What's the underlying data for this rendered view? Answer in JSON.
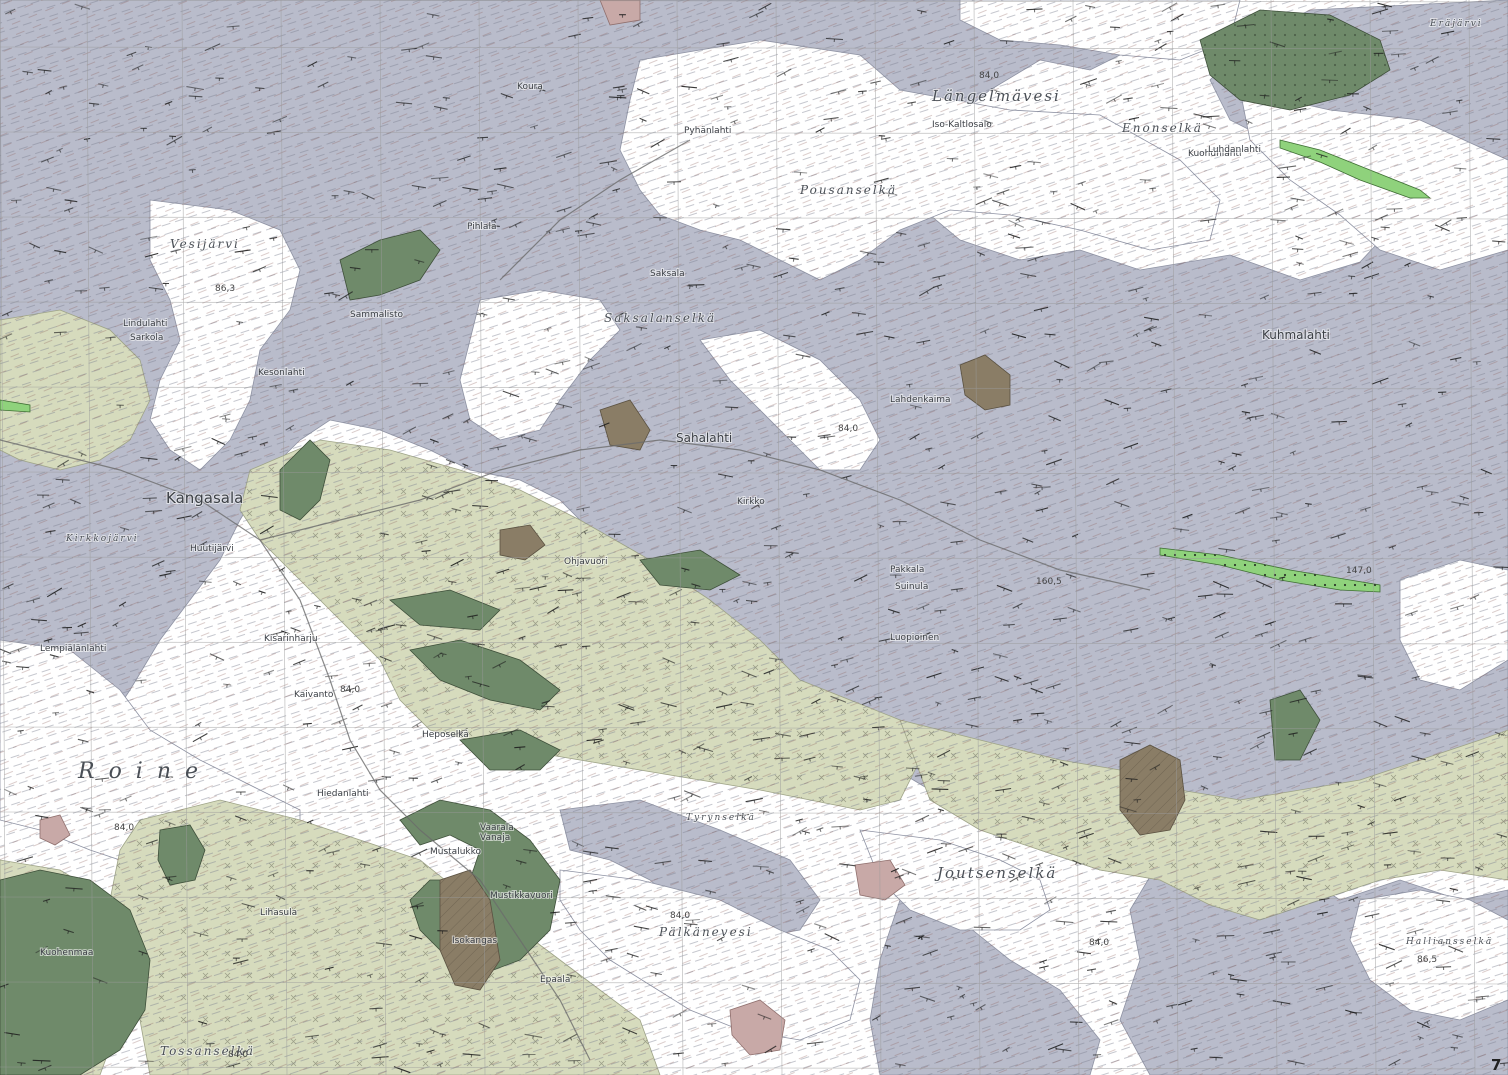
{
  "map": {
    "sheet_number": "7",
    "colors": {
      "water": "#ffffff",
      "gneiss_blue_gray": "#b9bccb",
      "gneiss_dark": "#9fa3b5",
      "granite_pale_green": "#d6dbbd",
      "amphibolite_green": "#6f8a6a",
      "gabbro_brown": "#8a7d66",
      "mauve_intrusive": "#c8a9a7",
      "ultramafic_bright_green": "#8fd27c",
      "grid_lines": "#9a9a9a"
    },
    "lakes": [
      {
        "name": "Längelmävesi"
      },
      {
        "name": "Vesijärvi"
      },
      {
        "name": "Roine"
      },
      {
        "name": "Enonselkä"
      },
      {
        "name": "Pousanselkä"
      },
      {
        "name": "Saksalanselkä"
      },
      {
        "name": "Pälkänevesi"
      },
      {
        "name": "Joutsenselkä"
      },
      {
        "name": "Tyrynselkä"
      },
      {
        "name": "Tossanselkä"
      },
      {
        "name": "Halliansselkä"
      },
      {
        "name": "Eräjärvi"
      },
      {
        "name": "Kirkkojärvi"
      }
    ],
    "places": [
      {
        "name": "Kangasala"
      },
      {
        "name": "Sahalahti"
      },
      {
        "name": "Kuhmalahti"
      },
      {
        "name": "Pakkala"
      },
      {
        "name": "Luopioinen"
      },
      {
        "name": "Kuohenmaa"
      },
      {
        "name": "Lempiälänlahti"
      },
      {
        "name": "Kaivanto"
      },
      {
        "name": "Huutijärvi"
      },
      {
        "name": "Kisarinharju"
      },
      {
        "name": "Lihasula"
      },
      {
        "name": "Lindulahti"
      },
      {
        "name": "Sarkola"
      },
      {
        "name": "Sammalisto"
      },
      {
        "name": "Saksala"
      },
      {
        "name": "Hiedanlahti"
      },
      {
        "name": "Heposelkä"
      },
      {
        "name": "Vanaja"
      },
      {
        "name": "Epaala"
      },
      {
        "name": "Isokangas"
      },
      {
        "name": "Pyhänlahti"
      },
      {
        "name": "Mustikkavuori"
      },
      {
        "name": "Koura"
      },
      {
        "name": "Pihlala"
      },
      {
        "name": "Kesonlahti"
      },
      {
        "name": "Ohjavuori"
      },
      {
        "name": "Lahdenkaima"
      },
      {
        "name": "Kuohunlahti"
      },
      {
        "name": "Luhdanlahti"
      },
      {
        "name": "Suinula"
      },
      {
        "name": "Iso-Kaltlosalo"
      },
      {
        "name": "Mustalukko"
      },
      {
        "name": "Kirkko"
      },
      {
        "name": "Vaarala"
      }
    ],
    "elevations": [
      "84,0",
      "86,3",
      "84,0",
      "84,0",
      "86,5",
      "84,0",
      "84,0",
      "84,0",
      "84,0",
      "147,0",
      "160,5"
    ]
  }
}
